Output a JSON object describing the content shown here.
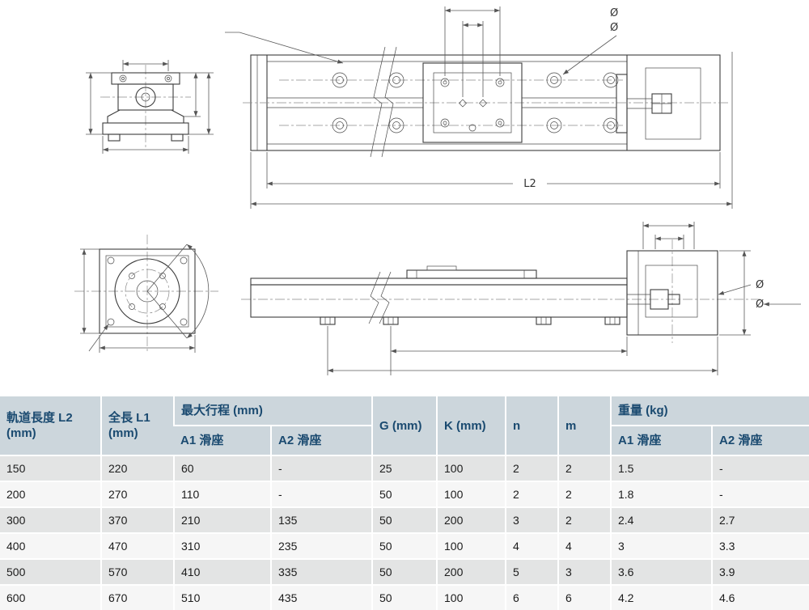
{
  "drawing": {
    "l2_label": "L2",
    "dia_top_1": "Ø",
    "dia_top_2": "Ø",
    "dia_side_1": "Ø",
    "dia_side_2": "Ø"
  },
  "table": {
    "headers": {
      "rail_length": "軌道長度 L2",
      "rail_length_unit": "(mm)",
      "total_length": "全長 L1",
      "total_length_unit": "(mm)",
      "max_stroke": "最大行程 (mm)",
      "stroke_a1": "A1 滑座",
      "stroke_a2": "A2 滑座",
      "g": "G (mm)",
      "k": "K (mm)",
      "n": "n",
      "m": "m",
      "weight": "重量 (kg)",
      "weight_a1": "A1 滑座",
      "weight_a2": "A2 滑座"
    },
    "rows": [
      [
        "150",
        "220",
        "60",
        "-",
        "25",
        "100",
        "2",
        "2",
        "1.5",
        "-"
      ],
      [
        "200",
        "270",
        "110",
        "-",
        "50",
        "100",
        "2",
        "2",
        "1.8",
        "-"
      ],
      [
        "300",
        "370",
        "210",
        "135",
        "50",
        "200",
        "3",
        "2",
        "2.4",
        "2.7"
      ],
      [
        "400",
        "470",
        "310",
        "235",
        "50",
        "100",
        "4",
        "4",
        "3",
        "3.3"
      ],
      [
        "500",
        "570",
        "410",
        "335",
        "50",
        "200",
        "5",
        "3",
        "3.6",
        "3.9"
      ],
      [
        "600",
        "670",
        "510",
        "435",
        "50",
        "100",
        "6",
        "6",
        "4.2",
        "4.6"
      ]
    ]
  }
}
